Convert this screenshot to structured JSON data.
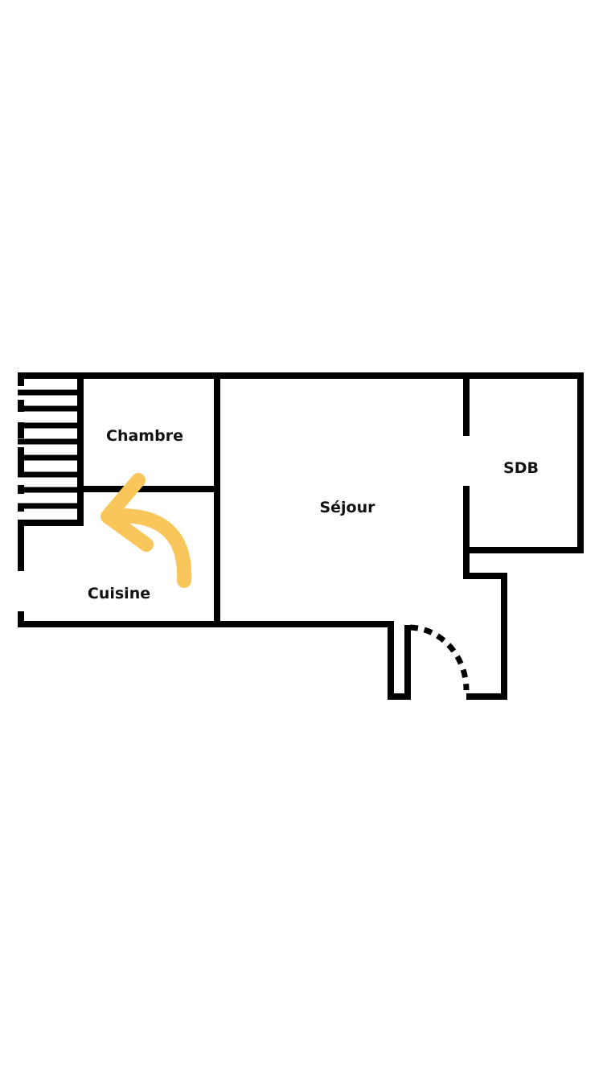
{
  "plan": {
    "rooms": {
      "chambre": "Chambre",
      "cuisine": "Cuisine",
      "sejour": "Séjour",
      "sdb": "SDB"
    },
    "colors": {
      "wall": "#000000",
      "arrow": "#F9C65B",
      "background": "#FFFFFF"
    }
  }
}
